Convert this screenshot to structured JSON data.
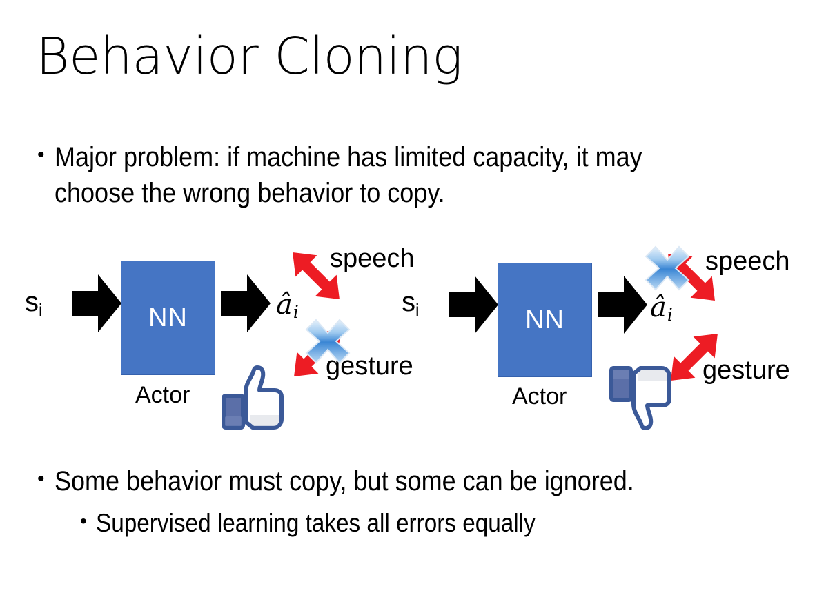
{
  "slide": {
    "title": "Behavior Cloning",
    "background_color": "#ffffff"
  },
  "bullets": {
    "top": {
      "marker": "•",
      "text": "Major problem: if machine has limited capacity, it may choose the wrong behavior to copy."
    },
    "bottom": {
      "marker": "•",
      "text": "Some behavior must copy, but some can be ignored."
    },
    "sub": {
      "marker": "•",
      "text": "Supervised learning takes all errors equally"
    }
  },
  "colors": {
    "nn_box": "#4575C4",
    "nn_box_border": "#3561ad",
    "red_arrow": "#ED1C24",
    "blue_x_light": "#cfe4f7",
    "blue_x_mid": "#3a86d4",
    "thumb_outline": "#3b5998",
    "thumb_fill": "#ffffff",
    "thumb_cuff": "#5b6fa8",
    "black_arrow": "#000000",
    "text": "#000000"
  },
  "diagrams": [
    {
      "id": "left",
      "state_label": "s",
      "state_subscript": "i",
      "nn_label": "NN",
      "actor_label": "Actor",
      "action_label": "a",
      "action_subscript": "i",
      "outputs": [
        {
          "name": "speech",
          "label": "speech",
          "blocked": false
        },
        {
          "name": "gesture",
          "label": "gesture",
          "blocked": true
        }
      ],
      "verdict_icon": "thumbs-up",
      "blocked_output": "gesture"
    },
    {
      "id": "right",
      "state_label": "s",
      "state_subscript": "i",
      "nn_label": "NN",
      "actor_label": "Actor",
      "action_label": "a",
      "action_subscript": "i",
      "outputs": [
        {
          "name": "speech",
          "label": "speech",
          "blocked": true
        },
        {
          "name": "gesture",
          "label": "gesture",
          "blocked": false
        }
      ],
      "verdict_icon": "thumbs-down",
      "blocked_output": "speech"
    }
  ]
}
